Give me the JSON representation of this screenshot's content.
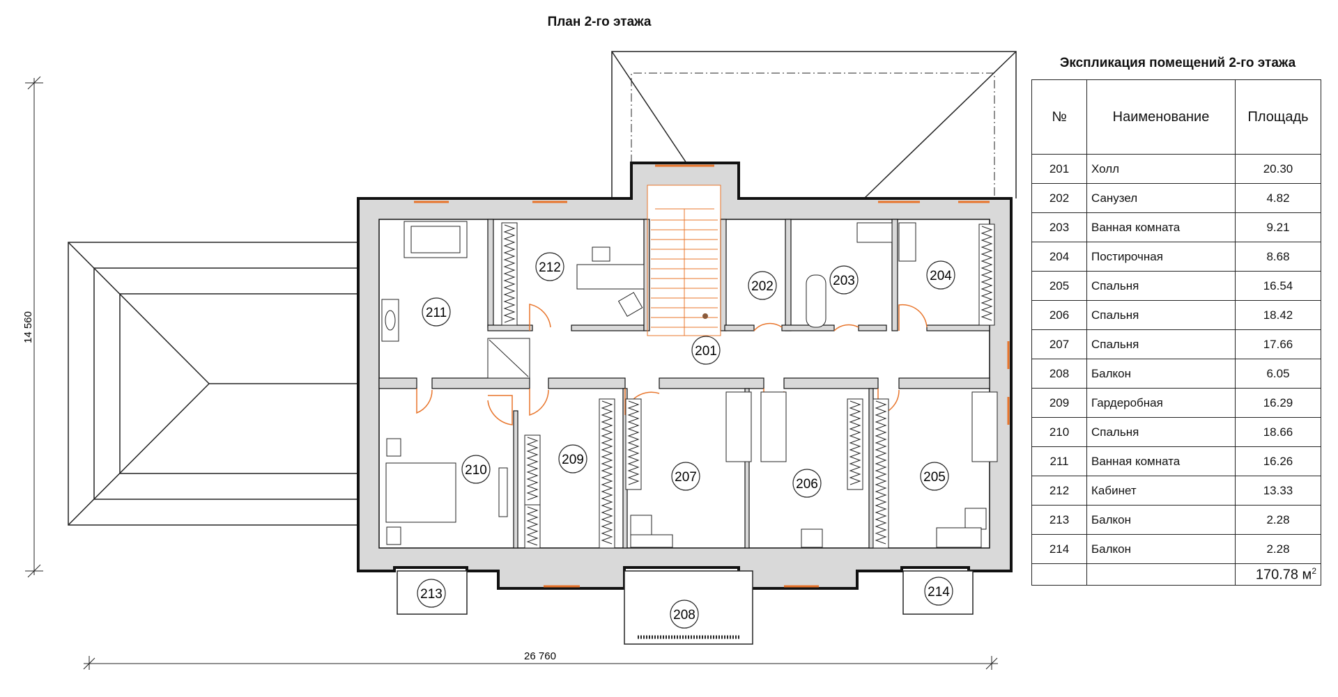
{
  "plan": {
    "title": "План 2-го этажа",
    "dimension_width": "26 760",
    "dimension_height": "14 560",
    "rooms": {
      "r201": "201",
      "r202": "202",
      "r203": "203",
      "r204": "204",
      "r205": "205",
      "r206": "206",
      "r207": "207",
      "r208": "208",
      "r209": "209",
      "r210": "210",
      "r211": "211",
      "r212": "212",
      "r213": "213",
      "r214": "214"
    },
    "colors": {
      "wall": "#222222",
      "window": "#e8742a",
      "wall_fill": "#d9d9d9"
    }
  },
  "explication": {
    "title": "Экспликация помещений 2-го этажа",
    "headers": {
      "number": "№",
      "name": "Наименование",
      "area": "Площадь"
    },
    "rows": [
      {
        "number": "201",
        "name": "Холл",
        "area": "20.30"
      },
      {
        "number": "202",
        "name": "Санузел",
        "area": "4.82"
      },
      {
        "number": "203",
        "name": "Ванная комната",
        "area": "9.21"
      },
      {
        "number": "204",
        "name": "Постирочная",
        "area": "8.68"
      },
      {
        "number": "205",
        "name": "Спальня",
        "area": "16.54"
      },
      {
        "number": "206",
        "name": "Спальня",
        "area": "18.42"
      },
      {
        "number": "207",
        "name": "Спальня",
        "area": "17.66"
      },
      {
        "number": "208",
        "name": "Балкон",
        "area": "6.05"
      },
      {
        "number": "209",
        "name": "Гардеробная",
        "area": "16.29"
      },
      {
        "number": "210",
        "name": "Спальня",
        "area": "18.66"
      },
      {
        "number": "211",
        "name": "Ванная комната",
        "area": "16.26"
      },
      {
        "number": "212",
        "name": "Кабинет",
        "area": "13.33"
      },
      {
        "number": "213",
        "name": "Балкон",
        "area": "2.28"
      },
      {
        "number": "214",
        "name": "Балкон",
        "area": "2.28"
      }
    ],
    "total_value": "170.78 м",
    "total_unit_sup": "2"
  }
}
